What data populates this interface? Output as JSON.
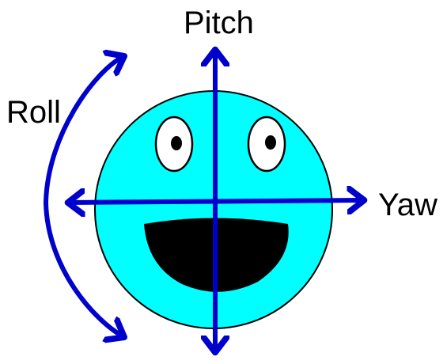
{
  "labels": {
    "pitch": "Pitch",
    "yaw": "Yaw",
    "roll": "Roll"
  },
  "colors": {
    "face_fill": "#00ffff",
    "outline": "#000000",
    "arrow": "#0000cc",
    "eye_white": "#ffffff",
    "mouth": "#000000",
    "background": "#ffffff"
  }
}
